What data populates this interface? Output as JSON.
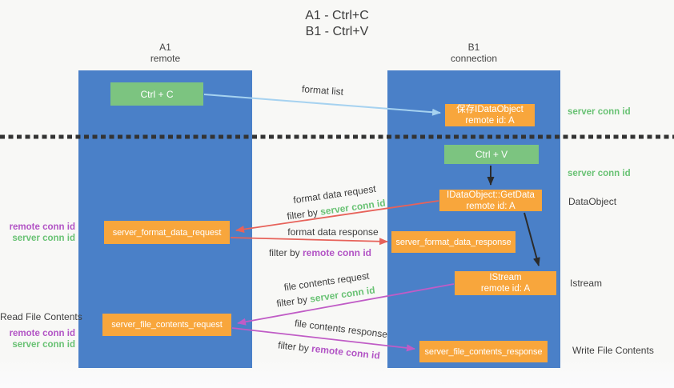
{
  "title": {
    "line1": "A1 - Ctrl+C",
    "line2": "B1 - Ctrl+V"
  },
  "lifelines": {
    "left": {
      "name": "A1",
      "role": "remote"
    },
    "right": {
      "name": "B1",
      "role": "connection"
    }
  },
  "nodes": {
    "ctrl_c": "Ctrl + C",
    "ctrl_v": "Ctrl + V",
    "save_idataobject": {
      "title": "保存IDataObject",
      "subtitle": "remote id: A"
    },
    "idataobject_getdata": {
      "title": "IDataObject::GetData",
      "subtitle": "remote id: A"
    },
    "istream": {
      "title": "IStream",
      "subtitle": "remote id: A"
    },
    "server_format_data_request": "server_format_data_request",
    "server_format_data_response": "server_format_data_response",
    "server_file_contents_request": "server_file_contents_request",
    "server_file_contents_response": "server_file_contents_response"
  },
  "labels": {
    "format_list": "format list",
    "format_data_request": "format data request",
    "format_data_response": "format data response",
    "file_contents_request": "file contents request",
    "file_contents_response": "file contents response",
    "filter_by": "filter by",
    "server_conn_id": "server conn id",
    "remote_conn_id": "remote conn id"
  },
  "side_labels": {
    "server_conn_id": "server conn id",
    "remote_conn_id": "remote conn id",
    "dataobject": "DataObject",
    "istream": "Istream",
    "read_file_contents": "Read File Contents",
    "write_file_contents": "Write File Contents"
  },
  "colors": {
    "lifeline": "#4A80C8",
    "node_green": "#7CC480",
    "node_orange": "#F8A63C",
    "arrow_red": "#E7625A",
    "arrow_magenta": "#C05CC6",
    "arrow_blue": "#A6D2F0",
    "arrow_black": "#2B2B2B",
    "text_green": "#69C274",
    "text_purple": "#B254C5",
    "text_dark": "#3D3D3D"
  }
}
